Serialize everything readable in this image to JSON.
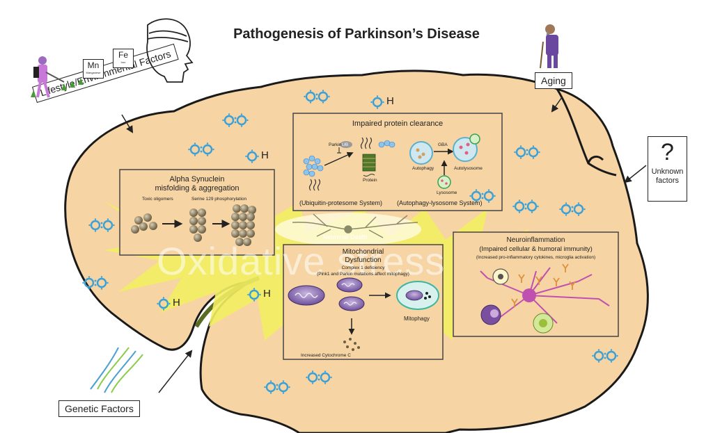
{
  "title": "Pathogenesis of Parkinson’s Disease",
  "factors": {
    "lifestyle": "Lifestyle/Environmental Factors",
    "aging": "Aging",
    "unknown_mark": "?",
    "unknown": "Unknown factors",
    "genetic": "Genetic Factors"
  },
  "metals": [
    {
      "symbol": "Mn",
      "name": "Manganese"
    },
    {
      "symbol": "Fe",
      "name": "Iron"
    }
  ],
  "ros_h_label": "H",
  "watermark": "Oxidative stress",
  "neuronal_death": "Neuronal Death",
  "protein_clearance": {
    "title": "Impaired protein clearance",
    "parkin": "Parkin",
    "ub": "UB",
    "protein": "Protein",
    "gba": "GBA",
    "autophagy": "Autophagy",
    "autolysosome": "Autolysosome",
    "lysosome": "Lysosome",
    "ups": "(Ubiquitin-protesome System)",
    "als": "(Autophagy-lysosome System)"
  },
  "synuclein": {
    "title_1": "Alpha Synuclein",
    "title_2": "misfolding & aggregation",
    "toxic": "Toxic oligomers",
    "serine": "Serine 129 phosphorylation"
  },
  "mito": {
    "title_1": "Mitochondrial",
    "title_2": "Dysfunction",
    "complex": "Complex 1 deficiency",
    "pink": "(Pink1 and Parkin mutations affect mitophagy)",
    "mitophagy": "Mitophagy",
    "cytochrome": "Increased Cytochrome C"
  },
  "neuro": {
    "title_1": "Neuroinflammation",
    "title_2": "(Impaired cellular & humoral immunity)",
    "sub": "(Increased pro-inflammatory cytokines, microglia activation)"
  },
  "colors": {
    "brain_fill": "#f6d4a4",
    "brain_outline": "#1a1a1a",
    "ros_blue": "#3aa0d8",
    "star_yellow": "#f2ee63",
    "panel_fill": "#f6d4a4",
    "purple": "#7b4fa0",
    "magenta": "#c050b0"
  }
}
